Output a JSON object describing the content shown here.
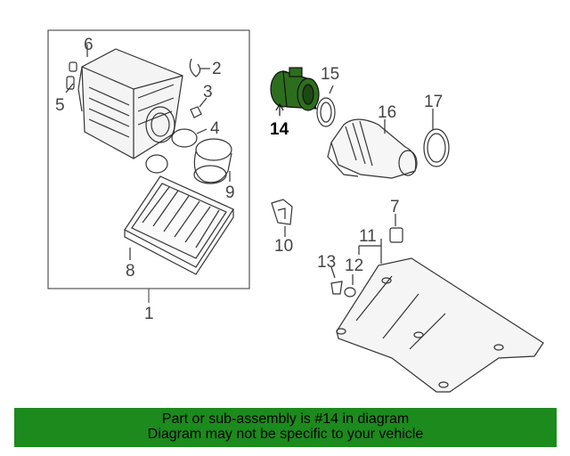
{
  "diagram": {
    "callouts": {
      "c1": "1",
      "c2": "2",
      "c3": "3",
      "c4": "4",
      "c5": "5",
      "c6": "6",
      "c7": "7",
      "c8": "8",
      "c9": "9",
      "c10": "10",
      "c11": "11",
      "c12": "12",
      "c13": "13",
      "c14": "14",
      "c15": "15",
      "c16": "16",
      "c17": "17"
    },
    "highlighted_part": "14",
    "colors": {
      "highlight": "#2d6e1e",
      "line": "#333333",
      "banner": "#1c8a1c"
    }
  },
  "banner": {
    "line1": "Part or sub-assembly is #14 in diagram",
    "line2": "Diagram may not be specific to your vehicle"
  }
}
